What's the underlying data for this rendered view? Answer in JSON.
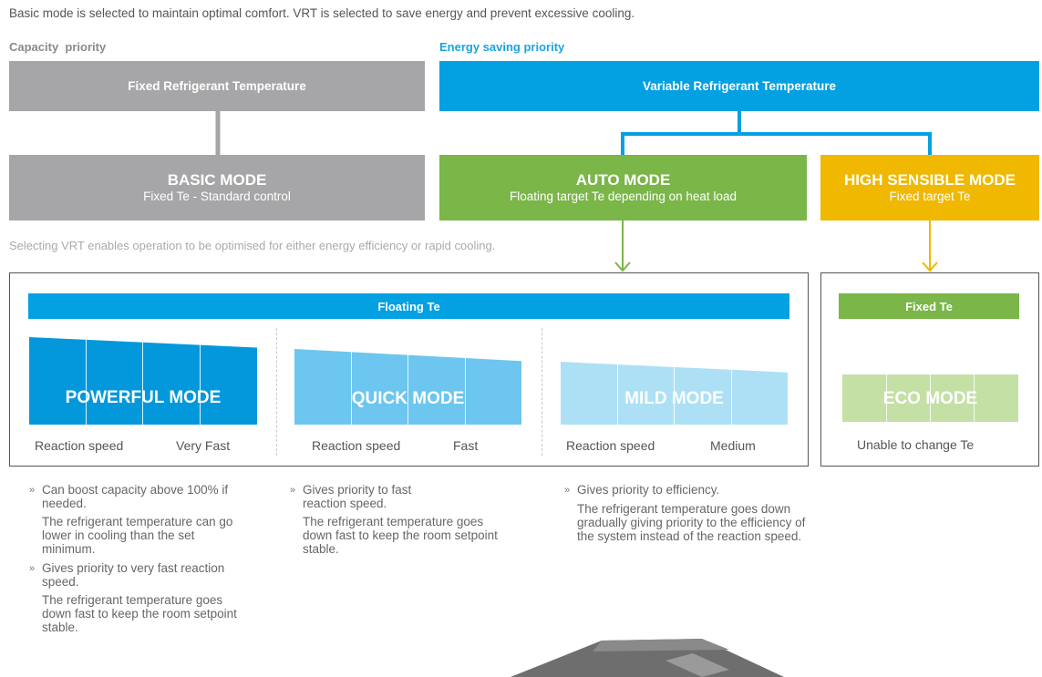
{
  "intro": "Basic mode is selected to maintain optimal comfort. VRT is selected to save energy and prevent excessive cooling.",
  "capacity_priority": "Capacity  priority",
  "energy_priority": "Energy saving priority",
  "fixed_refrigerant": "Fixed Refrigerant Temperature",
  "variable_refrigerant": "Variable Refrigerant Temperature",
  "basic_mode": {
    "title": "BASIC MODE",
    "subtitle": "Fixed Te - Standard control"
  },
  "auto_mode": {
    "title": "AUTO MODE",
    "subtitle": "Floating target Te depending on heat load"
  },
  "high_sensible_mode": {
    "title": "HIGH SENSIBLE MODE",
    "subtitle": "Fixed target Te"
  },
  "vrt_note": "Selecting VRT enables operation to be optimised for either energy efficiency or rapid cooling.",
  "floating_te": "Floating Te",
  "fixed_te": "Fixed Te",
  "modes": [
    {
      "name": "POWERFUL MODE",
      "reaction_label": "Reaction speed",
      "reaction_value": "Very Fast",
      "color": "#0398dc"
    },
    {
      "name": "QUICK MODE",
      "reaction_label": "Reaction speed",
      "reaction_value": "Fast",
      "color": "#6cc6ef"
    },
    {
      "name": "MILD MODE",
      "reaction_label": "Reaction speed",
      "reaction_value": "Medium",
      "color": "#ade0f5"
    }
  ],
  "eco_mode": {
    "name": "ECO MODE",
    "note": "Unable to change Te",
    "color": "#c4e0a4"
  },
  "powerful_desc": {
    "b1": "Can boost capacity above 100% if needed.",
    "p1": "The refrigerant temperature can go lower in cooling than the set minimum.",
    "b2": "Gives priority to very fast reaction speed.",
    "p2": "The refrigerant temperature goes down fast to keep the room setpoint stable."
  },
  "quick_desc": {
    "b1": "Gives priority to fast reaction speed.",
    "p1": "The refrigerant temperature goes down fast to keep the room setpoint stable."
  },
  "mild_desc": {
    "b1": "Gives priority to efficiency.",
    "p1": "The refrigerant temperature goes down gradually giving priority to the efficiency of the system instead of the reaction speed."
  },
  "bullet_mark": "»",
  "colors": {
    "grey": "#a6a6a8",
    "blue": "#03a0e2",
    "green": "#7ab648",
    "yellow": "#f0b800"
  }
}
